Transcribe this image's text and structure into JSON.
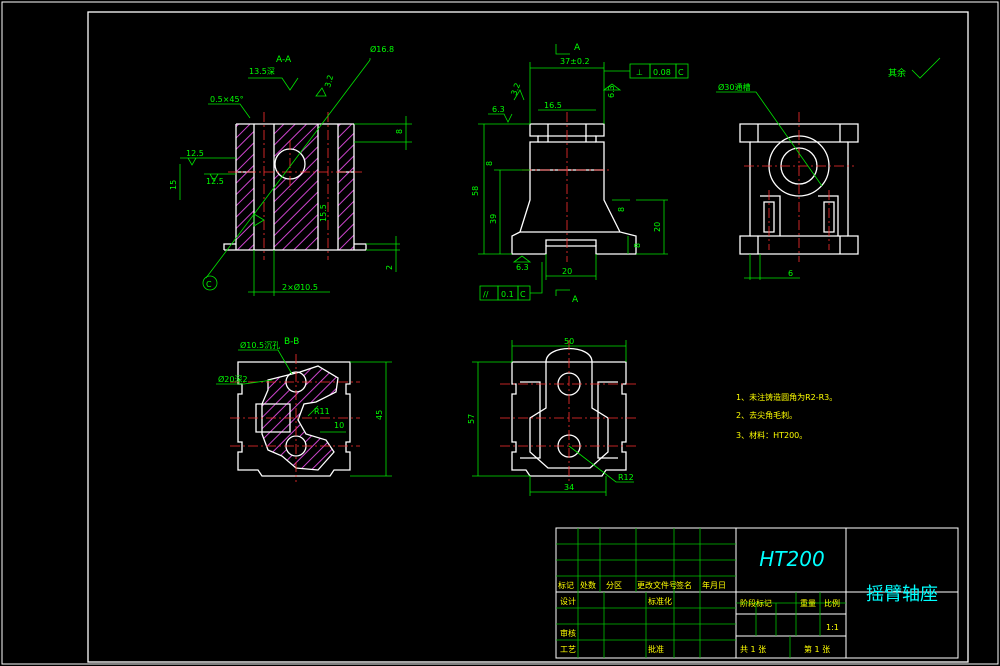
{
  "views": {
    "section_a": {
      "label": "A-A",
      "dims": [
        "Ø16.8",
        "13.5深",
        "0.5×45°",
        "3.2",
        "12.5",
        "12.5",
        "15",
        "8",
        "15.5",
        "2",
        "2×Ø10.5"
      ],
      "datum": "C"
    },
    "front": {
      "label": "A",
      "bottom_label": "A",
      "dims": [
        "37±0.2",
        "16.5",
        "6.3",
        "3.2",
        "6.3",
        "58",
        "39",
        "8",
        "20",
        "8",
        "8",
        "20",
        "6.3"
      ],
      "tolerance_top": {
        "symbol": "⊥",
        "value": "0.08",
        "datum": "C"
      },
      "tolerance_bottom": {
        "symbol": "//",
        "value": "0.1",
        "datum": "C"
      }
    },
    "side": {
      "dims": [
        "Ø30通槽",
        "6"
      ]
    },
    "section_b": {
      "label": "B-B",
      "dims": [
        "Ø10.5沉孔",
        "Ø20深2",
        "R11",
        "10",
        "45"
      ]
    },
    "top": {
      "dims": [
        "50",
        "57",
        "34",
        "R12"
      ]
    }
  },
  "surface_rest": "其余",
  "notes": [
    "1、未注铸造圆角为R2-R3。",
    "2、去尖角毛刺。",
    "3、材料：HT200。"
  ],
  "title_block": {
    "material": "HT200",
    "part_name": "摇臂轴座",
    "header_row": [
      "标记",
      "处数",
      "分区",
      "更改文件号",
      "签名",
      "年月日"
    ],
    "design_label": "设计",
    "standardize_label": "标准化",
    "review_label": "审核",
    "process_label": "工艺",
    "approve_label": "批准",
    "stage_label": "阶段标记",
    "weight_label": "重量",
    "scale_label": "比例",
    "scale_value": "1:1",
    "total_sheets": "共 1 张",
    "sheet_no": "第 1 张"
  },
  "colors": {
    "background": "#000000",
    "outline": "#ffffff",
    "dimension": "#00ff00",
    "centerline": "#ff3030",
    "hatch": "#cc44cc",
    "title_text": "#00ffff"
  }
}
